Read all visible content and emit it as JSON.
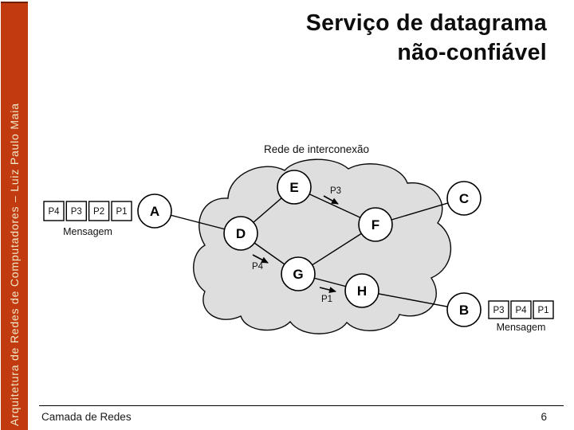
{
  "slide": {
    "sidebar_text": "Arquitetura de Redes de Computadores – Luiz Paulo Maia",
    "title_line1": "Serviço de datagrama",
    "title_line2": "não-confiável",
    "footer_left": "Camada de Redes",
    "page_number": "6"
  },
  "colors": {
    "sidebar_bg": "#C23A0F",
    "sidebar_text": "#EFE9C9",
    "cloud_fill": "#DEDEDE",
    "ink": "#000000",
    "node_fill": "#FFFFFF"
  },
  "diagram": {
    "cloud_label": "Rede de interconexão",
    "nodes": [
      {
        "label": "A"
      },
      {
        "label": "B"
      },
      {
        "label": "C"
      },
      {
        "label": "D"
      },
      {
        "label": "E"
      },
      {
        "label": "F"
      },
      {
        "label": "G"
      },
      {
        "label": "H"
      }
    ],
    "edges": [
      [
        "A",
        "D"
      ],
      [
        "D",
        "E"
      ],
      [
        "E",
        "F"
      ],
      [
        "D",
        "G"
      ],
      [
        "G",
        "F"
      ],
      [
        "G",
        "H"
      ],
      [
        "F",
        "C"
      ],
      [
        "H",
        "B"
      ]
    ],
    "packet_arrows": [
      {
        "label": "P3"
      },
      {
        "label": "P4"
      },
      {
        "label": "P1"
      }
    ],
    "left_message": {
      "packets": [
        "P4",
        "P3",
        "P2",
        "P1"
      ],
      "label": "Mensagem"
    },
    "right_message": {
      "packets": [
        "P3",
        "P4",
        "P1"
      ],
      "label": "Mensagem"
    }
  }
}
